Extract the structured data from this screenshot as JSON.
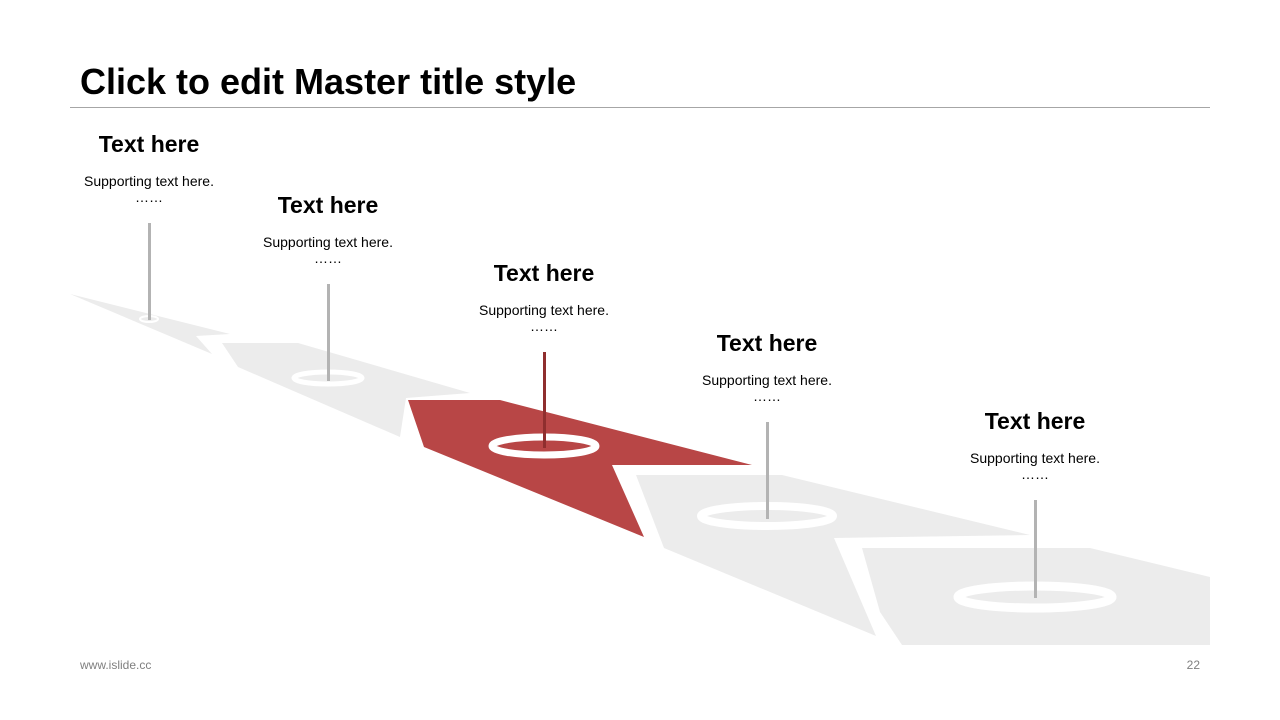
{
  "slide": {
    "title": "Click to edit Master title style",
    "footer_left": "www.islide.cc",
    "page_number": "22"
  },
  "steps": [
    {
      "heading": "Text here",
      "support": "Supporting text here.",
      "dots": "……",
      "highlighted": false
    },
    {
      "heading": "Text here",
      "support": "Supporting text here.",
      "dots": "……",
      "highlighted": false
    },
    {
      "heading": "Text here",
      "support": "Supporting text here.",
      "dots": "……",
      "highlighted": true
    },
    {
      "heading": "Text here",
      "support": "Supporting text here.",
      "dots": "……",
      "highlighted": false
    },
    {
      "heading": "Text here",
      "support": "Supporting text here.",
      "dots": "……",
      "highlighted": false
    }
  ],
  "colors": {
    "highlight": "#b84646",
    "highlight_pin": "#8f2e2e",
    "track": "#ececec",
    "pin": "#b3b3b3",
    "ring": "#ffffff"
  }
}
